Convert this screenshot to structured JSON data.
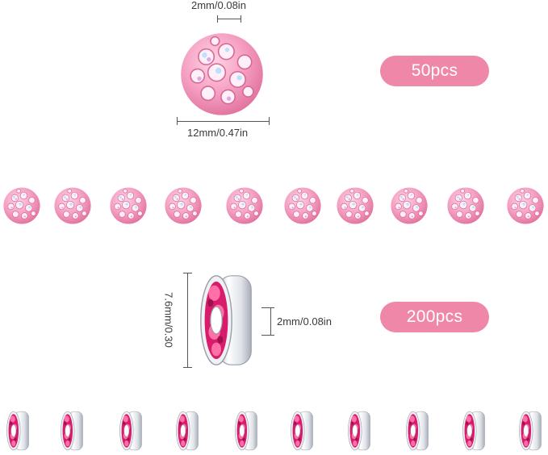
{
  "top_bead": {
    "hole_label": "2mm/0.08in",
    "width_label": "12mm/0.47in"
  },
  "spacer": {
    "height_label": "7.6mm/0.30",
    "hole_label": "2mm/0.08in"
  },
  "badges": {
    "bead_count": "50pcs",
    "spacer_count": "200pcs"
  },
  "colors": {
    "badge": "#ef88a8",
    "bead_pink": "#f49ac0",
    "rhinestone": "#d81b6b",
    "silver": "#e7e9ee"
  },
  "bead_row_count": 10,
  "spacer_row_count": 10
}
